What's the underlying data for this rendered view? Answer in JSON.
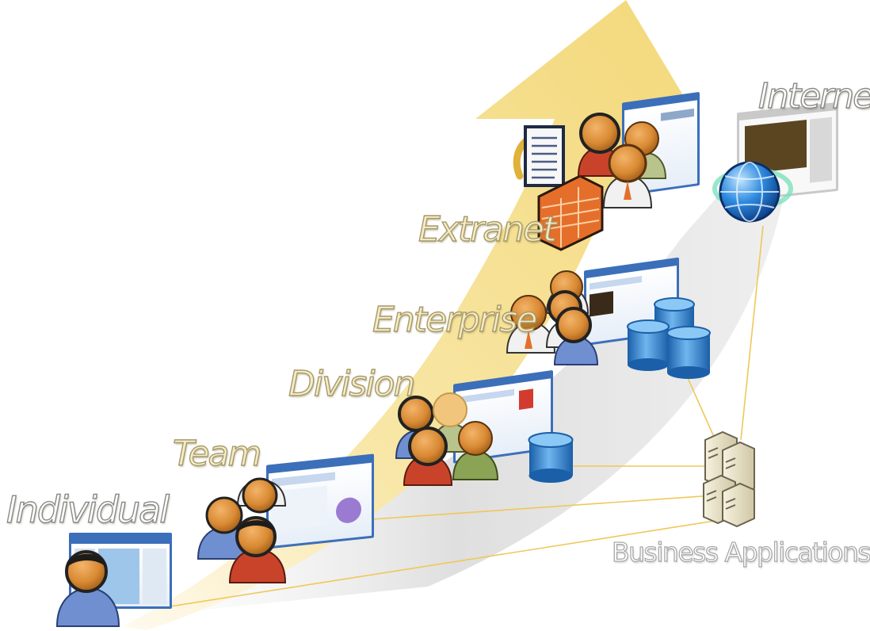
{
  "labels": {
    "individual": "Individual",
    "team": "Team",
    "division": "Division",
    "enterprise": "Enterprise",
    "extranet": "Extranet",
    "internet": "Internet",
    "business_applications": "Business Applications"
  },
  "colors": {
    "arrow_fill": "#f5e29c",
    "arrow_shadow": "#cfcfcf",
    "connector_line": "#f0c75a",
    "database_blue": "#2c82c9",
    "server_beige": "#e7e1c8",
    "firewall_orange": "#e56f2a",
    "globe_blue": "#1f6fc0",
    "person_skin": "#d9842f",
    "window_chrome": "#3f78c8"
  },
  "icons": [
    "person-icon",
    "browser-window-icon",
    "database-icon",
    "server-icon",
    "firewall-icon",
    "document-icon",
    "globe-icon",
    "growth-arrow-icon"
  ]
}
